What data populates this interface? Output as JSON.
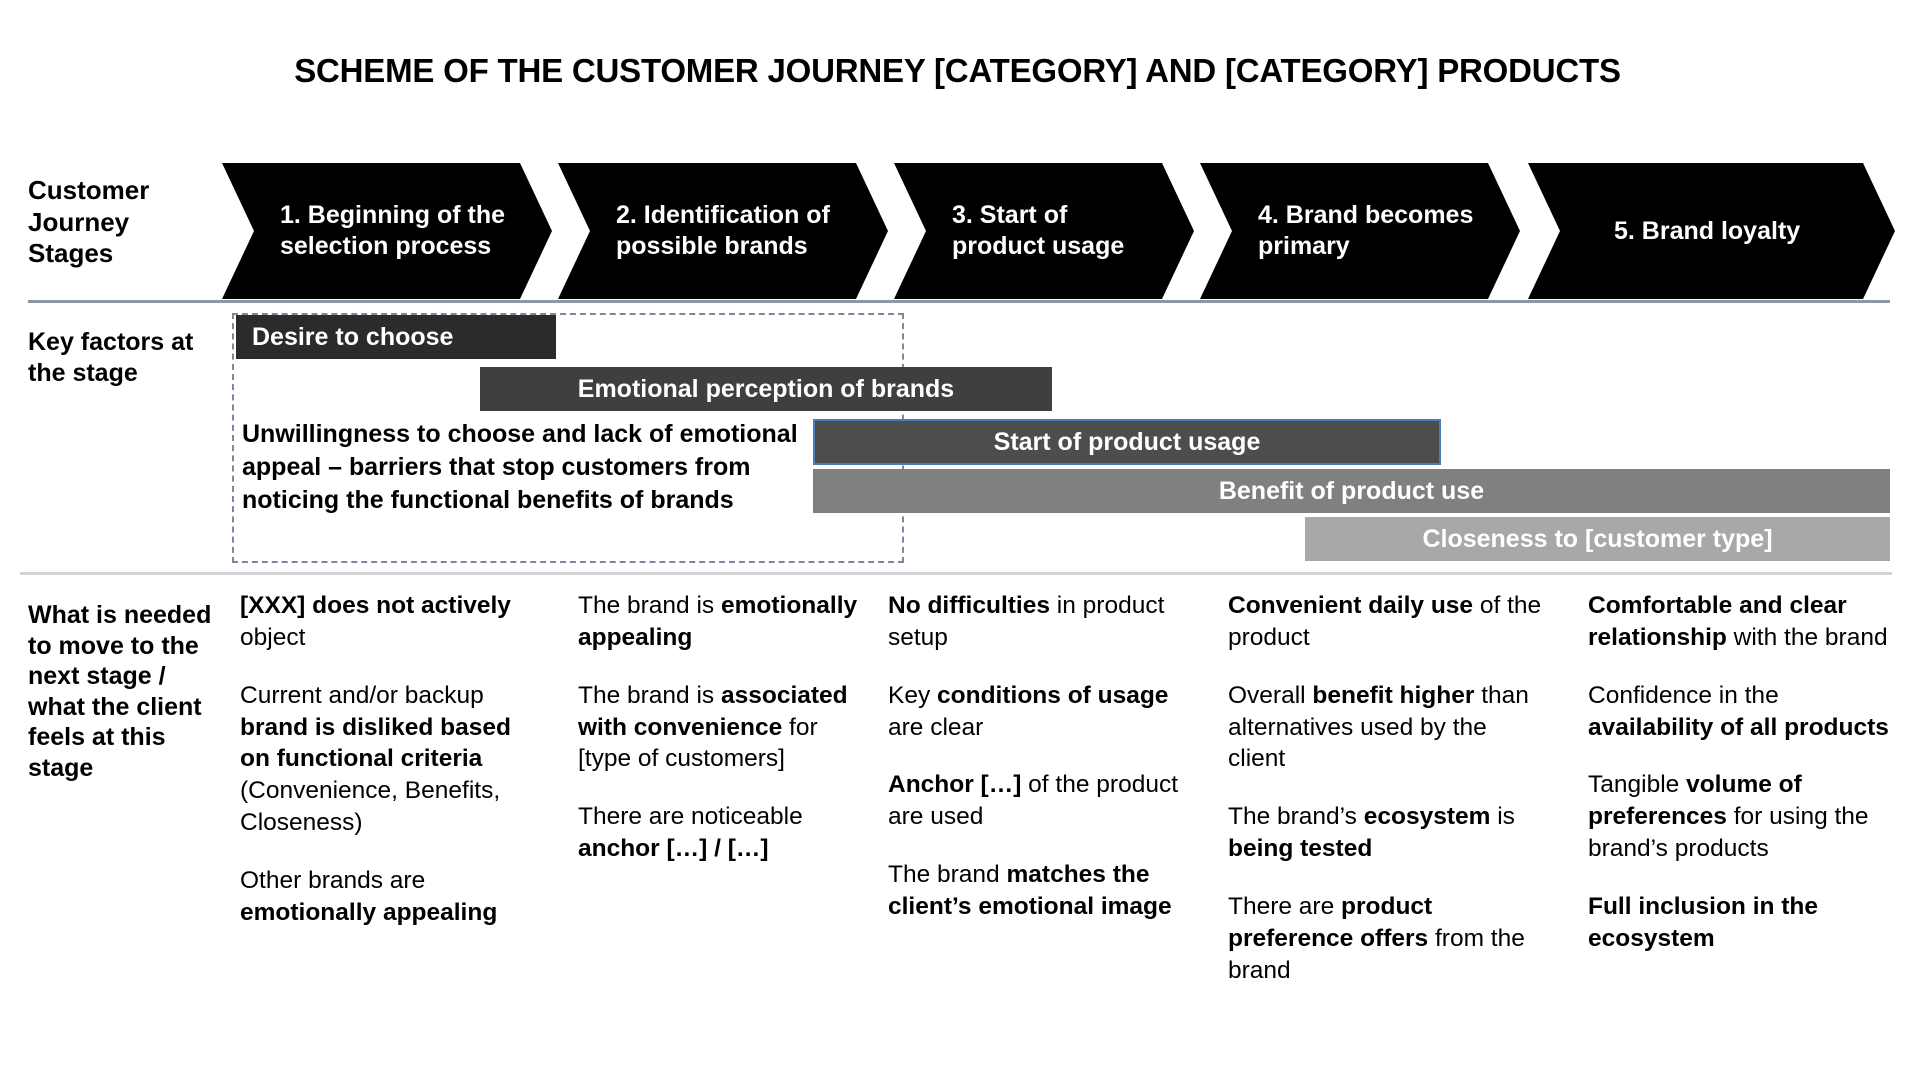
{
  "title": "SCHEME OF THE CUSTOMER JOURNEY [CATEGORY] AND [CATEGORY] PRODUCTS",
  "row_labels": {
    "stages": "Customer Journey Stages",
    "key_factors": "Key factors at the stage",
    "needed": "What is needed to move to the next stage / what the client feels at this stage"
  },
  "colors": {
    "chevron": "#000000",
    "band_1": "#2b2b2b",
    "band_2": "#3f3f3f",
    "band_3": "#4d4d4d",
    "band_3_border": "#4a7ebb",
    "band_4": "#808080",
    "band_5": "#aaa8a6",
    "divider_top": "#8d96a3",
    "divider_bottom": "#d2d4d6",
    "dashed_box": "#7d87a0",
    "text_on_band": "#ffffff"
  },
  "stages": [
    {
      "label": "1. Beginning of the selection process"
    },
    {
      "label": "2. Identification of possible brands"
    },
    {
      "label": "3. Start of product usage"
    },
    {
      "label": "4. Brand becomes primary"
    },
    {
      "label": "5. Brand loyalty"
    }
  ],
  "key_factor_bands": [
    {
      "label": "Desire to choose",
      "align": "left"
    },
    {
      "label": "Emotional perception of brands",
      "align": "center"
    },
    {
      "label": "Start of product usage",
      "align": "center"
    },
    {
      "label": "Benefit of product use",
      "align": "center"
    },
    {
      "label": "Closeness to [customer type]",
      "align": "center"
    }
  ],
  "barrier_note": "Unwillingness to choose and lack of emotional appeal – barriers that stop customers from noticing the functional benefits of brands",
  "columns": [
    {
      "items": [
        "<b>[XXX] does not actively</b> object",
        "Current and/or backup <b>brand is disliked based on functional criteria</b> (Convenience, Benefits, Closeness)",
        "Other brands are <b>emotionally appealing</b>"
      ]
    },
    {
      "items": [
        "The brand is <b>emotionally appealing</b>",
        "The brand is <b>associated with convenience</b> for [type of customers]",
        "There are noticeable <b>anchor […] / […]</b>"
      ]
    },
    {
      "items": [
        "<b>No difficulties</b> in product setup",
        "Key <b>conditions of usage</b> are clear",
        "<b>Anchor […]</b> of the product are used",
        "The brand <b>matches the client’s emotional image</b>"
      ]
    },
    {
      "items": [
        "<b>Convenient daily use</b> of the product",
        "Overall <b>benefit higher</b> than alternatives used by the client",
        "The brand’s <b>ecosystem</b> is <b>being tested</b>",
        "There are <b>product preference offers</b> from the brand"
      ]
    },
    {
      "items": [
        "<b>Comfortable and clear relationship</b> with the brand",
        "Confidence in the <b>availability of all products</b>",
        "Tangible <b>volume of preferences</b> for using the brand’s products",
        "<b>Full inclusion in the ecosystem</b>"
      ]
    }
  ]
}
